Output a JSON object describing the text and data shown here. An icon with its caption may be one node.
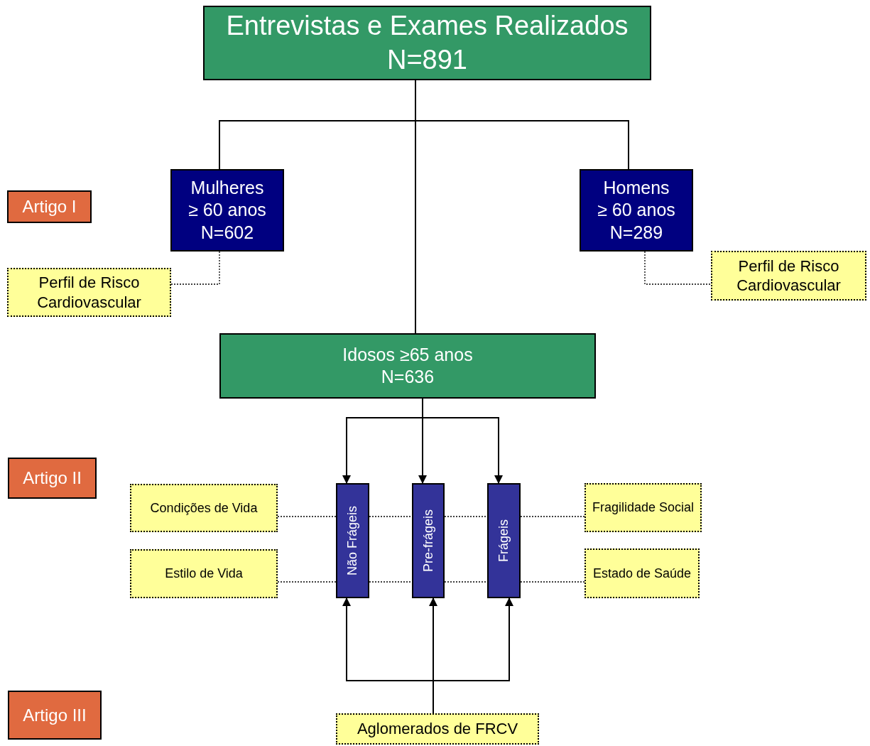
{
  "diagram": {
    "nodes": [
      {
        "text": [
          "Entrevistas e Exames Realizados",
          "N=891"
        ]
      },
      {
        "text": [
          "Artigo I"
        ]
      },
      {
        "text": [
          "Mulheres",
          "≥ 60 anos",
          "N=602"
        ]
      },
      {
        "text": [
          "Homens",
          "≥ 60 anos",
          "N=289"
        ]
      },
      {
        "text": [
          "Perfil de Risco Cardiovascular"
        ]
      },
      {
        "text": [
          "Perfil de Risco Cardiovascular"
        ]
      },
      {
        "text": [
          "Idosos ≥65 anos",
          "N=636"
        ]
      },
      {
        "text": [
          "Artigo II"
        ]
      },
      {
        "text": [
          "Condições de Vida"
        ]
      },
      {
        "text": [
          "Estilo de Vida"
        ]
      },
      {
        "text": [
          "Não Frágeis"
        ]
      },
      {
        "text": [
          "Pre-frágeis"
        ]
      },
      {
        "text": [
          "Frágeis"
        ]
      },
      {
        "text": [
          "Fragilidade Social"
        ]
      },
      {
        "text": [
          "Estado de Saúde"
        ]
      },
      {
        "text": [
          "Artigo III"
        ]
      },
      {
        "text": [
          "Aglomerados de FRCV"
        ]
      }
    ],
    "edges": [
      {
        "from": 0,
        "to": 2,
        "arrow": "none"
      },
      {
        "from": 0,
        "to": 3,
        "arrow": "none"
      },
      {
        "from": 0,
        "to": 6,
        "arrow": "none"
      },
      {
        "from": 2,
        "to": 4,
        "arrow": "none",
        "style": "dashed"
      },
      {
        "from": 3,
        "to": 5,
        "arrow": "none",
        "style": "dashed"
      },
      {
        "from": 8,
        "to": 10,
        "arrow": "none",
        "style": "dashed"
      },
      {
        "from": 10,
        "to": 11,
        "arrow": "none",
        "style": "dashed"
      },
      {
        "from": 11,
        "to": 12,
        "arrow": "none",
        "style": "dashed"
      },
      {
        "from": 12,
        "to": 13,
        "arrow": "none",
        "style": "dashed"
      },
      {
        "from": 9,
        "to": 10,
        "arrow": "none",
        "style": "dashed"
      },
      {
        "from": 10,
        "to": 11,
        "arrow": "none",
        "style": "dashed"
      },
      {
        "from": 11,
        "to": 12,
        "arrow": "none",
        "style": "dashed"
      },
      {
        "from": 12,
        "to": 14,
        "arrow": "none",
        "style": "dashed"
      },
      {
        "from": 6,
        "to": 10,
        "arrow": "to"
      },
      {
        "from": 6,
        "to": 11,
        "arrow": "to"
      },
      {
        "from": 6,
        "to": 12,
        "arrow": "to"
      },
      {
        "from": 16,
        "to": 10,
        "arrow": "to"
      },
      {
        "from": 16,
        "to": 11,
        "arrow": "to"
      },
      {
        "from": 16,
        "to": 12,
        "arrow": "to"
      }
    ]
  }
}
